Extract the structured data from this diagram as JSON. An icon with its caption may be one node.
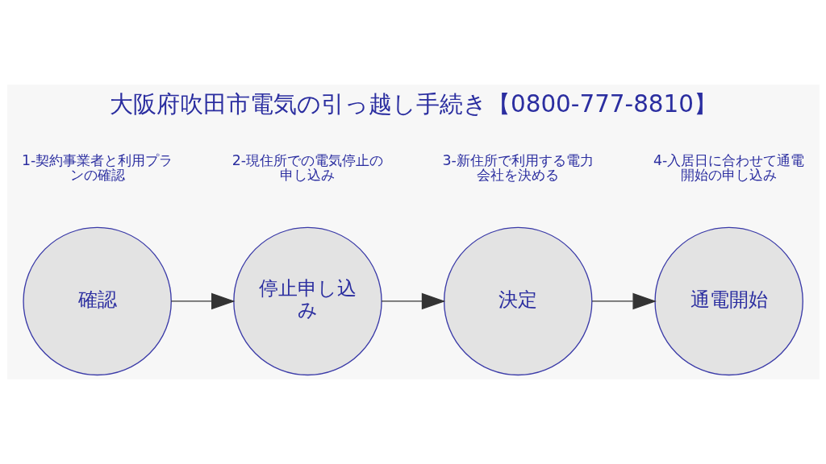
{
  "diagram": {
    "title": "大阪府吹田市電気の引っ越し手続き【0800-777-8810】",
    "nodes": [
      {
        "text": [
          "確認"
        ],
        "beside": [
          "1-契約事業者と利用プランの確認"
        ]
      },
      {
        "text": [
          "停止申し込み"
        ],
        "beside": [
          "2-現住所での電気停止の申し込み"
        ]
      },
      {
        "text": [
          "決定"
        ],
        "beside": [
          "3-新住所で利用する電力会社を決める"
        ]
      },
      {
        "text": [
          "通電開始"
        ],
        "beside": [
          "4-入居日に合わせて通電開始の申し込み"
        ]
      }
    ],
    "edges": [
      {
        "from": 0,
        "to": 1,
        "arrow": "to"
      },
      {
        "from": 1,
        "to": 2,
        "arrow": "to"
      },
      {
        "from": 2,
        "to": 3,
        "arrow": "to"
      }
    ]
  }
}
